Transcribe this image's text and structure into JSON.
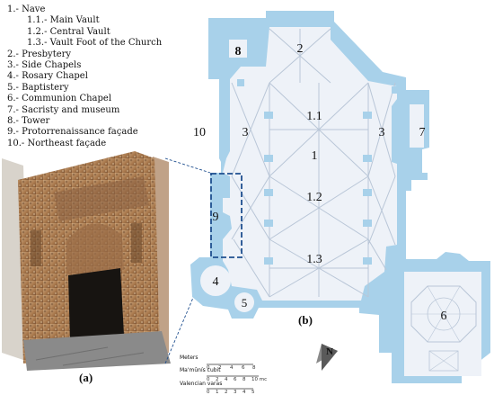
{
  "legend": {
    "items": [
      {
        "text": "1.- Nave",
        "level": 0
      },
      {
        "text": "1.1.- Main Vault",
        "level": 1
      },
      {
        "text": "1.2.- Central Vault",
        "level": 1
      },
      {
        "text": "1.3.- Vault Foot of the Church",
        "level": 1
      },
      {
        "text": "2.- Presbytery",
        "level": 0
      },
      {
        "text": "3.- Side Chapels",
        "level": 0
      },
      {
        "text": "4.- Rosary Chapel",
        "level": 0
      },
      {
        "text": "5.- Baptistery",
        "level": 0
      },
      {
        "text": "6.- Communion Chapel",
        "level": 0
      },
      {
        "text": "7.- Sacristy and museum",
        "level": 0
      },
      {
        "text": "8.- Tower",
        "level": 0
      },
      {
        "text": "9.- Protorrenaissance façade",
        "level": 0
      },
      {
        "text": "10.- Northeast façade",
        "level": 0
      }
    ]
  },
  "plan": {
    "labels": {
      "presbytery": "2",
      "tower": "8",
      "northeast_facade": "10",
      "chapel_left": "3",
      "chapel_right": "3",
      "sacristy": "7",
      "main_vault": "1.1",
      "nave": "1",
      "central_vault": "1.2",
      "facade": "9",
      "foot_vault": "1.3",
      "rosary": "4",
      "baptistery": "5",
      "communion": "6"
    },
    "caption": "(b)",
    "north": "N"
  },
  "photo": {
    "caption": "(a)"
  },
  "scale": {
    "rows": [
      {
        "label": "Meters",
        "ticks": [
          "0",
          "2",
          "4",
          "6",
          "8"
        ]
      },
      {
        "label": "Ma'mūnís cubit",
        "ticks": [
          "0",
          "2",
          "4",
          "6",
          "8",
          "10 mc"
        ]
      },
      {
        "label": "Valencian varas",
        "ticks": [
          "0",
          "1",
          "2",
          "3",
          "4",
          "5"
        ]
      }
    ]
  },
  "colors": {
    "wall": "#a8d1ea",
    "floor": "#eef2f8",
    "rib": "#b9c6d7",
    "stone": "#b58a5e",
    "dashed_box": "#1f4f8f"
  }
}
